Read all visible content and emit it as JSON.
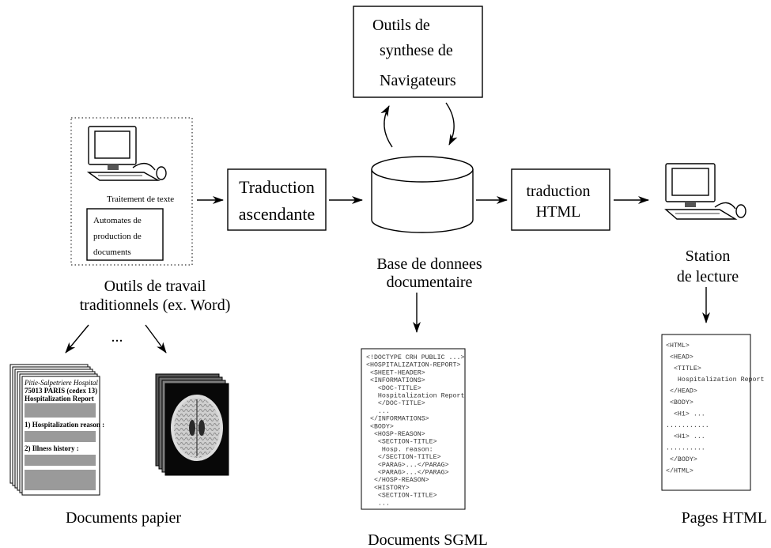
{
  "editor": {
    "label": "Traitement de texte",
    "automata_lines": [
      "Automates de",
      "production de",
      "documents"
    ],
    "caption_lines": [
      "Outils de travail",
      "traditionnels (ex. Word)"
    ],
    "ellipsis": "..."
  },
  "translate_up": {
    "lines": [
      "Traduction",
      "ascendante"
    ]
  },
  "synthesis_tools": {
    "lines": [
      "Outils de",
      "synthese de",
      "Navigateurs"
    ]
  },
  "database": {
    "caption_lines": [
      "Base de donnees",
      "documentaire"
    ]
  },
  "translate_html": {
    "lines": [
      "traduction",
      "HTML"
    ]
  },
  "station": {
    "caption_lines": [
      "Station",
      "de lecture"
    ]
  },
  "paper_docs": {
    "caption": "Documents papier",
    "hospital_lines": [
      "Pitie-Salpetriere Hospital",
      "75013 PARIS (cedex 13)"
    ],
    "report_title": "Hospitalization Report",
    "reason_label": "1) Hospitalization reason :",
    "history_label": "2) Illness history :"
  },
  "sgml_doc": {
    "caption": "Documents SGML",
    "code_lines": [
      "<!DOCTYPE CRH PUBLIC ...>",
      "<HOSPITALIZATION-REPORT>",
      " <SHEET-HEADER>",
      " <INFORMATIONS>",
      "   <DOC-TITLE>",
      "   Hospitalization Report",
      "   </DOC-TITLE>",
      "   ...",
      " </INFORMATIONS>",
      " <BODY>",
      "  <HOSP-REASON>",
      "   <SECTION-TITLE>",
      "    Hosp. reason:",
      "   </SECTION-TITLE>",
      "   <PARAG>...</PARAG>",
      "   <PARAG>...</PARAG>",
      "  </HOSP-REASON>",
      "  <HISTORY>",
      "   <SECTION-TITLE>",
      "   ..."
    ]
  },
  "html_doc": {
    "caption": "Pages HTML",
    "code_lines": [
      "<HTML>",
      " <HEAD>",
      "  <TITLE>",
      "   Hospitalization Report",
      " </HEAD>",
      " <BODY>",
      "  <H1> ...",
      "...........",
      "  <H1> ...",
      "..........",
      " </BODY>",
      "</HTML>"
    ]
  }
}
